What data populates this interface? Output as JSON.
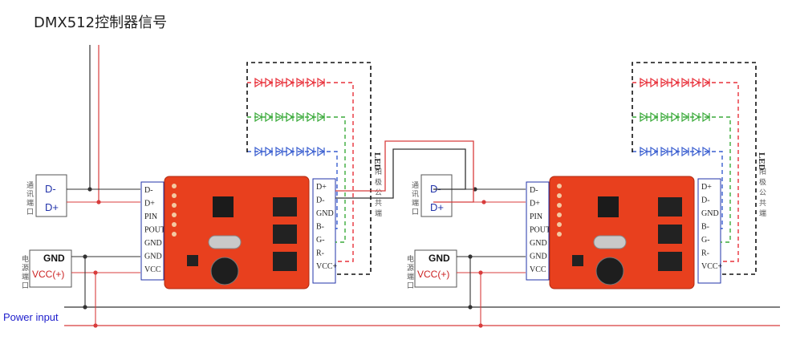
{
  "title": "DMX512控制器信号",
  "power_input": "Power input",
  "signal_box": {
    "side_label": [
      "通",
      "讯",
      "端",
      "口"
    ],
    "d_minus": "D-",
    "d_plus": "D+"
  },
  "power_box": {
    "side_label": [
      "电",
      "源",
      "端",
      "口"
    ],
    "gnd": "GND",
    "vcc": "VCC(+)"
  },
  "left_pins": [
    "D-",
    "D+",
    "PIN",
    "POUT",
    "GND",
    "GND",
    "VCC"
  ],
  "right_pins": [
    "D+",
    "D-",
    "GND",
    "B-",
    "G-",
    "R-",
    "VCC+"
  ],
  "led_label": [
    "LED",
    "阳",
    "极",
    "公",
    "共",
    "端"
  ],
  "colors": {
    "red": "#e8303a",
    "green": "#3aaa3a",
    "blue": "#3a5fd0",
    "wire_red": "#d83c3c",
    "wire_dark": "#333333",
    "board": "#e8401e"
  }
}
